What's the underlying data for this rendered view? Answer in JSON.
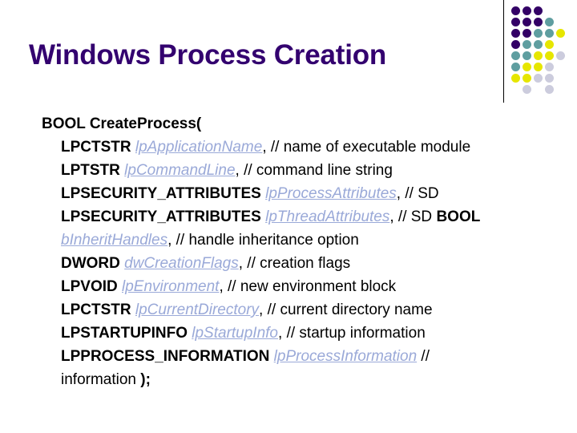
{
  "slide": {
    "title": "Windows Process Creation",
    "title_color": "#33006f",
    "background": "#ffffff"
  },
  "decor": {
    "rule_color": "#000000",
    "palette": {
      "purple": "#330066",
      "teal": "#5f9ea0",
      "yellow": "#e6e600",
      "lavender": "#ccccdd",
      "empty": "transparent"
    },
    "grid": [
      [
        "purple",
        "purple",
        "purple",
        "empty",
        "empty"
      ],
      [
        "purple",
        "purple",
        "purple",
        "teal",
        "empty"
      ],
      [
        "purple",
        "purple",
        "teal",
        "teal",
        "yellow"
      ],
      [
        "purple",
        "teal",
        "teal",
        "yellow",
        "empty"
      ],
      [
        "teal",
        "teal",
        "yellow",
        "yellow",
        "lavender"
      ],
      [
        "teal",
        "yellow",
        "yellow",
        "lavender",
        "empty"
      ],
      [
        "yellow",
        "yellow",
        "lavender",
        "lavender",
        "empty"
      ],
      [
        "empty",
        "lavender",
        "empty",
        "lavender",
        "empty"
      ]
    ]
  },
  "code": {
    "param_color": "#9aa9d8",
    "lines": [
      {
        "indent": "lvl1",
        "segments": [
          {
            "style": "kw",
            "text": "BOOL CreateProcess("
          }
        ]
      },
      {
        "indent": "lvl2",
        "segments": [
          {
            "style": "kw",
            "text": "LPCTSTR "
          },
          {
            "style": "param",
            "text": "lpApplicationName"
          },
          {
            "style": "cmt",
            "text": ", // name of executable module"
          }
        ]
      },
      {
        "indent": "lvl2",
        "segments": [
          {
            "style": "kw",
            "text": "LPTSTR "
          },
          {
            "style": "param",
            "text": "lpCommandLine"
          },
          {
            "style": "cmt",
            "text": ", // command line string"
          }
        ]
      },
      {
        "indent": "lvl2",
        "segments": [
          {
            "style": "kw",
            "text": "LPSECURITY_ATTRIBUTES "
          },
          {
            "style": "param",
            "text": "lpProcessAttributes"
          },
          {
            "style": "cmt",
            "text": ", // SD"
          }
        ]
      },
      {
        "indent": "lvl2",
        "segments": [
          {
            "style": "kw",
            "text": "LPSECURITY_ATTRIBUTES "
          },
          {
            "style": "param",
            "text": "lpThreadAttributes"
          },
          {
            "style": "cmt",
            "text": ", // SD "
          },
          {
            "style": "kw",
            "text": "BOOL"
          }
        ]
      },
      {
        "indent": "lvl2",
        "segments": [
          {
            "style": "param",
            "text": "bInheritHandles"
          },
          {
            "style": "cmt",
            "text": ", // handle inheritance option"
          }
        ]
      },
      {
        "indent": "lvl2",
        "segments": [
          {
            "style": "kw",
            "text": "DWORD "
          },
          {
            "style": "param",
            "text": "dwCreationFlags"
          },
          {
            "style": "cmt",
            "text": ", // creation flags"
          }
        ]
      },
      {
        "indent": "lvl2",
        "segments": [
          {
            "style": "kw",
            "text": "LPVOID "
          },
          {
            "style": "param",
            "text": "lpEnvironment"
          },
          {
            "style": "cmt",
            "text": ", // new environment block"
          }
        ]
      },
      {
        "indent": "lvl2",
        "segments": [
          {
            "style": "kw",
            "text": "LPCTSTR "
          },
          {
            "style": "param",
            "text": "lpCurrentDirectory"
          },
          {
            "style": "cmt",
            "text": ", // current directory name"
          }
        ]
      },
      {
        "indent": "lvl2",
        "segments": [
          {
            "style": "kw",
            "text": "LPSTARTUPINFO "
          },
          {
            "style": "param",
            "text": "lpStartupInfo"
          },
          {
            "style": "cmt",
            "text": ", // startup information"
          }
        ]
      },
      {
        "indent": "lvl2",
        "segments": [
          {
            "style": "kw",
            "text": "LPPROCESS_INFORMATION "
          },
          {
            "style": "param",
            "text": "lpProcessInformation"
          },
          {
            "style": "cmt",
            "text": " //"
          }
        ]
      },
      {
        "indent": "lvl2",
        "segments": [
          {
            "style": "plain",
            "text": "information "
          },
          {
            "style": "kw",
            "text": ");"
          }
        ]
      }
    ]
  }
}
